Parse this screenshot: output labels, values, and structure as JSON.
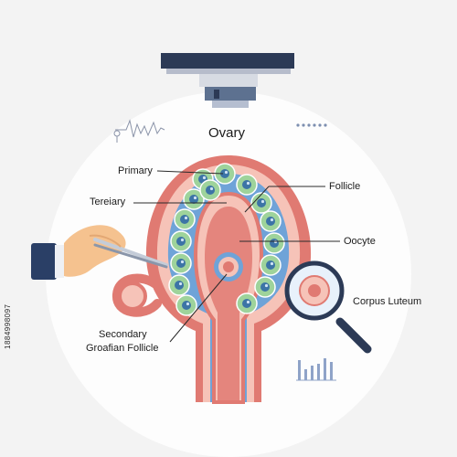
{
  "title": "Ovary",
  "labels": {
    "primary": "Primary",
    "tertiary": "Tereiary",
    "follicle": "Follicle",
    "oocyte": "Oocyte",
    "corpus_luteum": "Corpus Luteum",
    "secondary_line1": "Secondary",
    "secondary_line2": "Groafian Follicle"
  },
  "watermark_id": "1884998097",
  "colors": {
    "background": "#f3f3f3",
    "tissue_outer": "#e07a72",
    "tissue_pink": "#f6c3b8",
    "inner_blue": "#6fa3d8",
    "follicle_green": "#9ed39b",
    "follicle_cell": "#3c74a6",
    "microscope_dark": "#2c3a56",
    "hand_skin": "#f5c28f",
    "sleeve": "#2a3f66"
  },
  "icons": [
    "microscope-icon",
    "waveform-icon",
    "hand-with-tweezers-icon",
    "magnifying-glass-icon",
    "bar-chart-icon",
    "dots-icon"
  ]
}
